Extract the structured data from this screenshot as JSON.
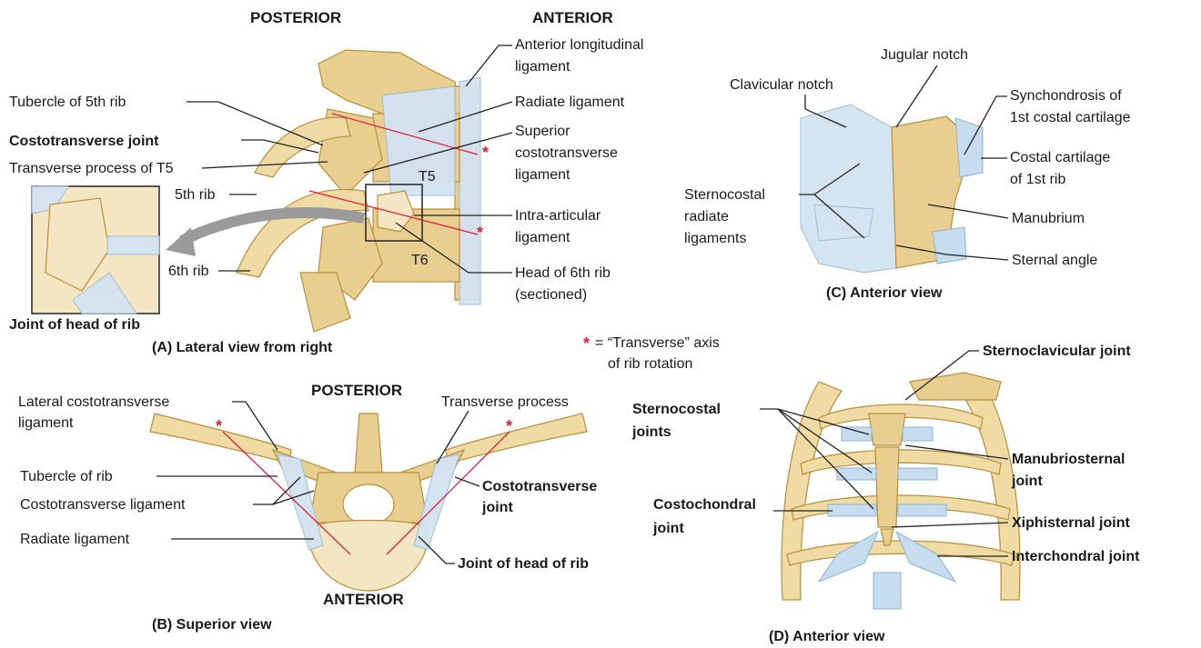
{
  "panel_a": {
    "posterior": "POSTERIOR",
    "anterior": "ANTERIOR",
    "labels": {
      "anterior_long_lig_1": "Anterior longitudinal",
      "anterior_long_lig_2": "ligament",
      "radiate_lig": "Radiate ligament",
      "sup_ct_lig_1": "Superior",
      "sup_ct_lig_2": "costotransverse",
      "sup_ct_lig_3": "ligament",
      "intra_art_1": "Intra-articular",
      "intra_art_2": "ligament",
      "head_6th_1": "Head of 6th rib",
      "head_6th_2": "(sectioned)",
      "tubercle_5th": "Tubercle of 5th rib",
      "costotransverse_joint": "Costotransverse joint",
      "transverse_process_t5": "Transverse process of T5",
      "rib5": "5th rib",
      "rib6": "6th rib",
      "t5": "T5",
      "t6": "T6",
      "joint_head_rib": "Joint of head of rib"
    },
    "caption": "(A)  Lateral view from right"
  },
  "legend": {
    "star": "*",
    "line1": "= “Transverse” axis",
    "line2": "of rib rotation"
  },
  "panel_b": {
    "posterior": "POSTERIOR",
    "anterior": "ANTERIOR",
    "labels": {
      "lat_ct_lig_1": "Lateral costotransverse",
      "lat_ct_lig_2": "ligament",
      "tubercle_rib": "Tubercle of rib",
      "ct_lig": "Costotransverse ligament",
      "radiate_lig": "Radiate ligament",
      "transverse_process": "Transverse process",
      "ct_joint_1": "Costotransverse",
      "ct_joint_2": "joint",
      "joint_head_rib": "Joint of head of rib"
    },
    "caption": "(B)  Superior view"
  },
  "panel_c": {
    "labels": {
      "jugular_notch": "Jugular notch",
      "clavicular_notch": "Clavicular notch",
      "synchondrosis_1": "Synchondrosis of",
      "synchondrosis_2": "1st costal cartilage",
      "costal_cart_1": "Costal cartilage",
      "costal_cart_2": "of 1st rib",
      "sternocostal_rad_1": "Sternocostal",
      "sternocostal_rad_2": "radiate",
      "sternocostal_rad_3": "ligaments",
      "manubrium": "Manubrium",
      "sternal_angle": "Sternal angle"
    },
    "caption": "(C)  Anterior view"
  },
  "panel_d": {
    "labels": {
      "sternoclavicular": "Sternoclavicular joint",
      "sternocostal_1": "Sternocostal",
      "sternocostal_2": "joints",
      "manubriosternal_1": "Manubriosternal",
      "manubriosternal_2": "joint",
      "costochondral_1": "Costochondral",
      "costochondral_2": "joint",
      "xiphisternal": "Xiphisternal joint",
      "interchondral": "Interchondral joint"
    },
    "caption": "(D)  Anterior view"
  },
  "colors": {
    "bone": "#e8cf8f",
    "cartilage": "#c6dcef",
    "axis": "#e0203a"
  }
}
